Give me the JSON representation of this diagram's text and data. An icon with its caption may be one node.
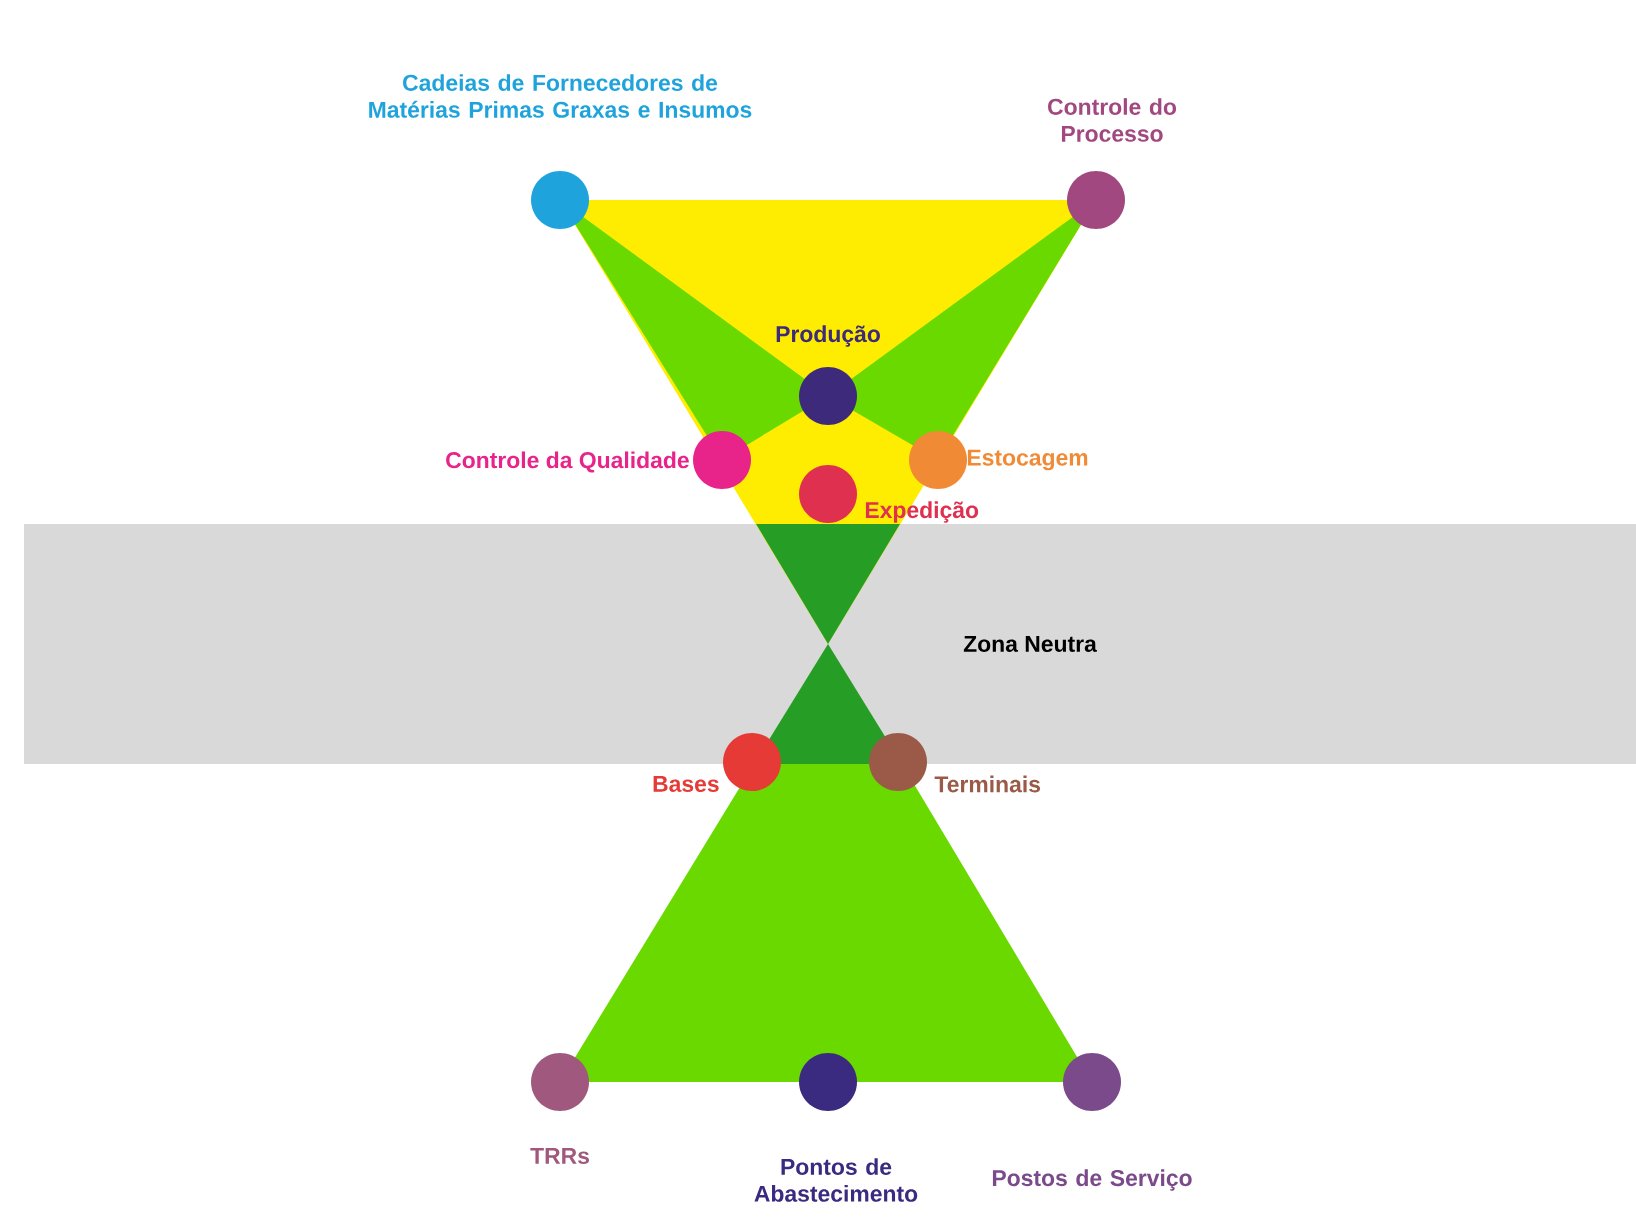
{
  "diagram": {
    "nodes": [
      {
        "text": [
          "Cadeias de Fornecedores de Matérias Primas Graxas e Insumos"
        ]
      },
      {
        "text": [
          "Controle do Processo"
        ]
      },
      {
        "text": [
          "Produção"
        ]
      },
      {
        "text": [
          "Controle da Qualidade"
        ]
      },
      {
        "text": [
          "Estocagem"
        ]
      },
      {
        "text": [
          "Expedição"
        ]
      },
      {
        "text": [
          "Zona Neutra"
        ]
      },
      {
        "text": [
          "Bases"
        ]
      },
      {
        "text": [
          "Terminais"
        ]
      },
      {
        "text": [
          "TRRs"
        ]
      },
      {
        "text": [
          "Pontos de Abastecimento"
        ]
      },
      {
        "text": [
          "Postos de Serviço"
        ]
      }
    ]
  }
}
